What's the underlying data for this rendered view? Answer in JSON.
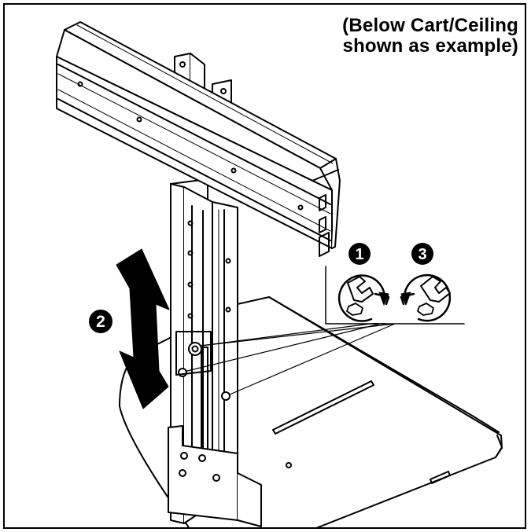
{
  "caption": {
    "line1": "(Below Cart/Ceiling",
    "line2": "shown as example)"
  },
  "steps": {
    "step1": "1",
    "step2": "2",
    "step3": "3"
  },
  "icons": {
    "loosen": "wrench-loosen-icon",
    "tighten": "wrench-tighten-icon",
    "adjust": "up-down-arrow-icon"
  },
  "colors": {
    "line": "#000000",
    "fill": "#ffffff",
    "badge": "#000000",
    "arrow": "#000000"
  }
}
